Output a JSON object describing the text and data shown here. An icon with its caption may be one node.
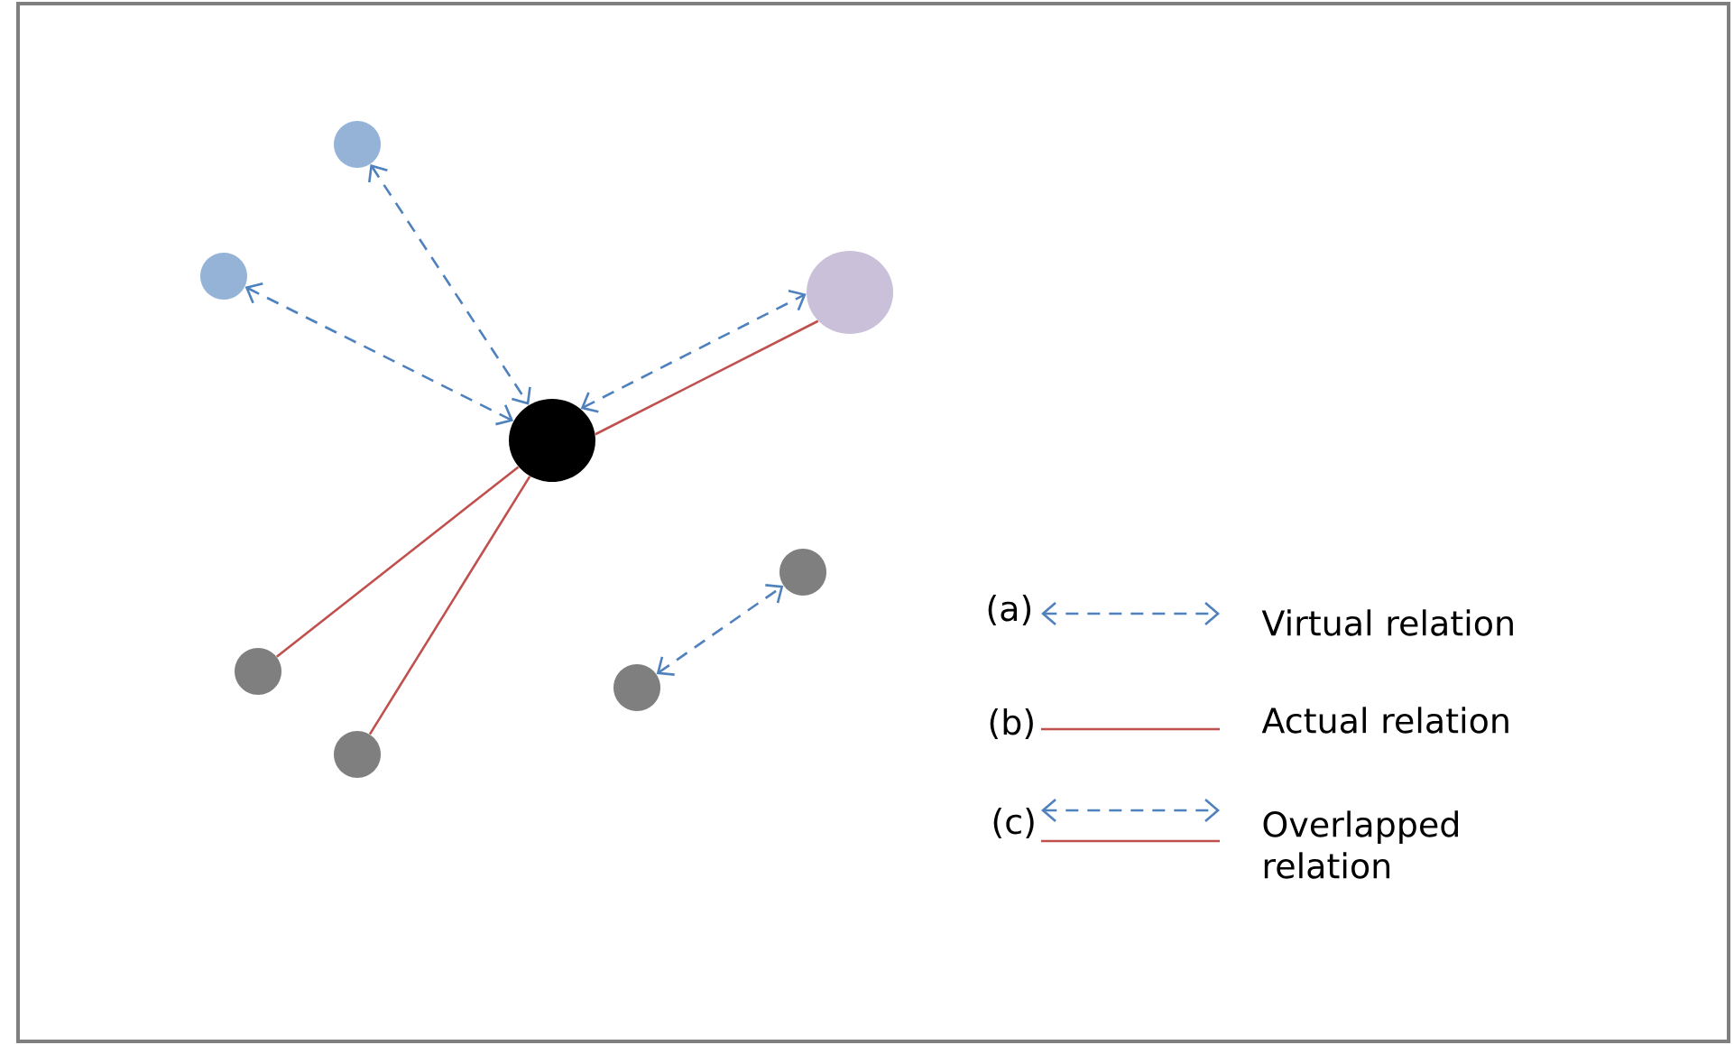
{
  "diagram": {
    "nodes": [
      {
        "text": [],
        "shape": "circle"
      },
      {
        "text": [],
        "shape": "circle"
      },
      {
        "text": [],
        "shape": "circle"
      },
      {
        "text": [],
        "shape": "circle"
      },
      {
        "text": [],
        "shape": "circle"
      },
      {
        "text": [],
        "shape": "circle"
      },
      {
        "text": [],
        "shape": "circle"
      },
      {
        "text": [],
        "shape": "circle"
      }
    ],
    "edges": [
      {
        "from": 1,
        "to": 0,
        "arrow": "both",
        "style": "dashed"
      },
      {
        "from": 2,
        "to": 0,
        "arrow": "both",
        "style": "dashed"
      },
      {
        "from": 0,
        "to": 3,
        "arrow": "both",
        "style": "dashed"
      },
      {
        "from": 0,
        "to": 3,
        "arrow": "none",
        "color": "#c0504d"
      },
      {
        "from": 0,
        "to": 4,
        "arrow": "none",
        "color": "#c0504d"
      },
      {
        "from": 0,
        "to": 5,
        "arrow": "none",
        "color": "#c0504d"
      },
      {
        "from": 6,
        "to": 7,
        "arrow": "both",
        "style": "dashed"
      }
    ],
    "labels": [
      "(a)",
      "(b)",
      "(c)"
    ],
    "legend": [
      {
        "text": "Virtual relation"
      },
      {
        "text": "Actual relation"
      },
      {
        "text": "Overlapped relation"
      }
    ]
  }
}
